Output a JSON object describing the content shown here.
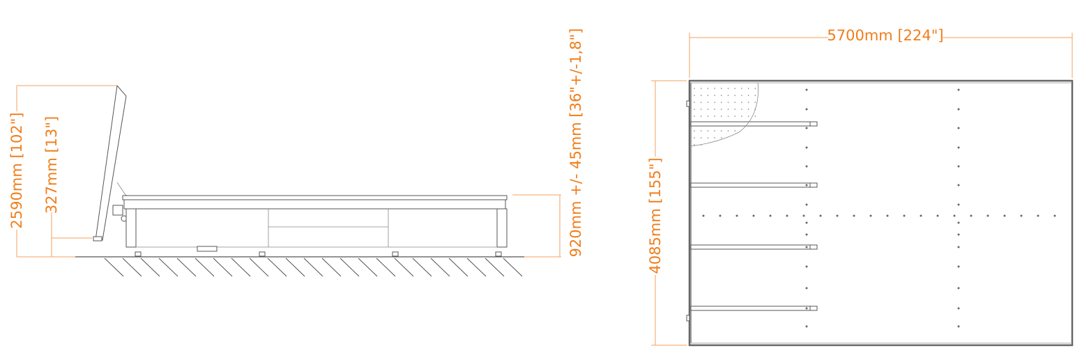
{
  "side_view": {
    "height_total": "2590mm [102\"]",
    "height_lift": "327mm [13\"]",
    "table_height": "920mm +/- 45mm [36\"+/-1,8\"]"
  },
  "top_view": {
    "width": "5700mm [224\"]",
    "depth": "4085mm [155\"]"
  },
  "colors": {
    "dimension": "#f07d1a",
    "line": "#555555"
  }
}
